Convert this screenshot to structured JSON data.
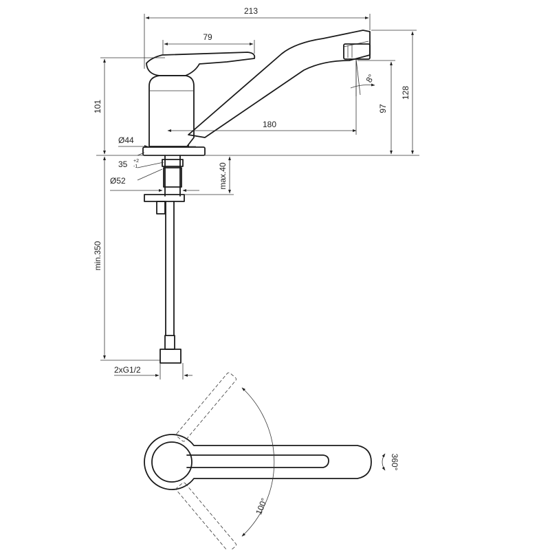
{
  "dimensions": {
    "overall_length": "213",
    "handle_length": "79",
    "body_height": "101",
    "base_diameter": "Ø44",
    "spout_reach": "180",
    "spout_height": "97",
    "overall_height": "128",
    "spout_angle": "8°",
    "deck_thickness": "35",
    "tolerance_plus": "+2",
    "tolerance_minus": "-1",
    "hole_diameter": "Ø52",
    "max_deck": "max.40",
    "hose_length": "min.350",
    "connection": "2xG1/2",
    "handle_rotation": "100°",
    "spout_rotation": "360°"
  },
  "colors": {
    "line": "#1a1a1a",
    "background": "#ffffff"
  }
}
